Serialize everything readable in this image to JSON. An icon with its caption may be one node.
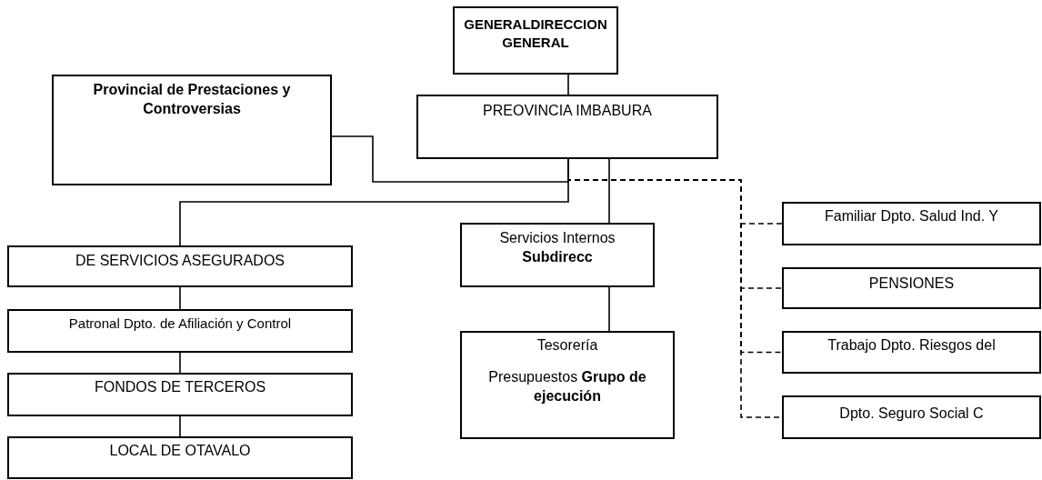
{
  "diagram": {
    "nodes": [
      {
        "text": [
          "GENERALDIRECCION GENERAL"
        ]
      },
      {
        "text": [
          "PREOVINCIA IMBABURA"
        ]
      },
      {
        "text": [
          "Provincial de Prestaciones y Controversias"
        ]
      },
      {
        "text": [
          "DE SERVICIOS ASEGURADOS"
        ]
      },
      {
        "text": [
          "Patronal Dpto. de Afiliación y Control"
        ]
      },
      {
        "text": [
          "FONDOS DE TERCEROS"
        ]
      },
      {
        "text": [
          "LOCAL DE OTAVALO"
        ]
      },
      {
        "text": [
          "Servicios Internos **Subdirecc**"
        ]
      },
      {
        "text": [
          "Tesorería",
          "Presupuestos **Grupo de ejecución**"
        ]
      },
      {
        "text": [
          "Familiar Dpto. Salud Ind. Y"
        ]
      },
      {
        "text": [
          "PENSIONES"
        ]
      },
      {
        "text": [
          "Trabajo Dpto. Riesgos del"
        ]
      },
      {
        "text": [
          "Dpto. Seguro Social C"
        ]
      }
    ],
    "edges": [
      {
        "from": 0,
        "to": 1,
        "arrow": "none"
      },
      {
        "from": 1,
        "to": 2,
        "arrow": "none"
      },
      {
        "from": 1,
        "to": 3,
        "arrow": "none"
      },
      {
        "from": 1,
        "to": 7,
        "arrow": "none"
      },
      {
        "from": 3,
        "to": 4,
        "arrow": "none"
      },
      {
        "from": 4,
        "to": 5,
        "arrow": "none"
      },
      {
        "from": 5,
        "to": 6,
        "arrow": "none"
      },
      {
        "from": 7,
        "to": 8,
        "arrow": "none"
      },
      {
        "from": 1,
        "to": 9,
        "arrow": "none",
        "style": "dashed"
      },
      {
        "from": 1,
        "to": 10,
        "arrow": "none",
        "style": "dashed"
      },
      {
        "from": 1,
        "to": 11,
        "arrow": "none",
        "style": "dashed"
      },
      {
        "from": 1,
        "to": 12,
        "arrow": "none",
        "style": "dashed"
      }
    ]
  }
}
